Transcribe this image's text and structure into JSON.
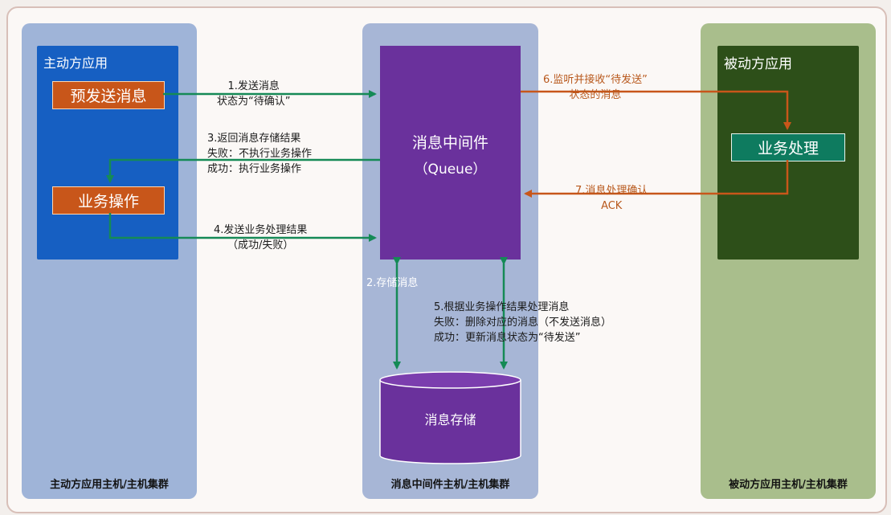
{
  "columns": {
    "active_footer": "主动方应用主机/主机集群",
    "middle_footer": "消息中间件主机/主机集群",
    "passive_footer": "被动方应用主机/主机集群"
  },
  "active_app": {
    "title": "主动方应用",
    "presend_label": "预发送消息",
    "business_op_label": "业务操作"
  },
  "broker": {
    "title": "消息中间件",
    "subtitle": "（Queue）",
    "storage_label": "消息存储"
  },
  "passive_app": {
    "title": "被动方应用",
    "business_process_label": "业务处理"
  },
  "steps": {
    "step1": [
      "1.发送消息",
      "状态为“待确认”"
    ],
    "step2": "2.存储消息",
    "step3": [
      "3.返回消息存储结果",
      "失败：不执行业务操作",
      "成功：执行业务操作"
    ],
    "step4": [
      "4.发送业务处理结果",
      "（成功/失败）"
    ],
    "step5": [
      "5.根据业务操作结果处理消息",
      "失败：删除对应的消息（不发送消息）",
      "成功：更新消息状态为“待发送”"
    ],
    "step6": [
      "6.监听并接收“待发送”",
      "状态的消息"
    ],
    "step7": [
      "7.消息处理确认",
      "ACK"
    ]
  },
  "colors": {
    "green_arrow": "#158a56",
    "orange_arrow": "#c8561a",
    "broker": "#6a319c",
    "active_app": "#165fc2",
    "passive_app": "#2d4f19"
  }
}
